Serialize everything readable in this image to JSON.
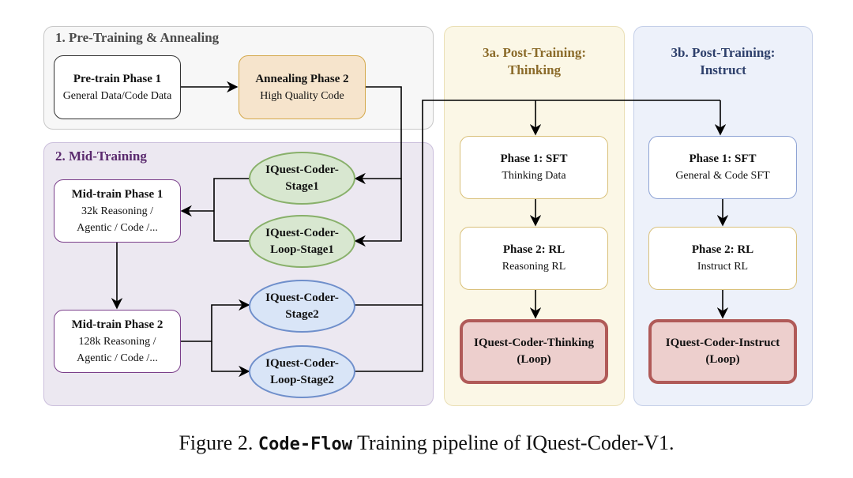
{
  "groups": {
    "pretraining": {
      "title": "1. Pre-Training & Annealing",
      "color": "#4a4a4a"
    },
    "midtraining": {
      "title": "2. Mid-Training",
      "color": "#5a2a6e"
    },
    "post_thinking": {
      "title_line1": "3a. Post-Training:",
      "title_line2": "Thinking",
      "color": "#8b6b2a"
    },
    "post_instruct": {
      "title_line1": "3b. Post-Training:",
      "title_line2": "Instruct",
      "color": "#2d3f6b"
    }
  },
  "nodes": {
    "pretrain_phase1": {
      "title": "Pre-train Phase 1",
      "sub": "General Data/Code Data"
    },
    "annealing_phase2": {
      "title": "Annealing Phase 2",
      "sub": "High Quality Code"
    },
    "midtrain_phase1": {
      "title": "Mid-train Phase 1",
      "sub1": "32k Reasoning /",
      "sub2": "Agentic / Code /..."
    },
    "midtrain_phase2": {
      "title": "Mid-train Phase 2",
      "sub1": "128k Reasoning /",
      "sub2": "Agentic / Code /..."
    },
    "stage1": {
      "line1": "IQuest-Coder-",
      "line2": "Stage1"
    },
    "loop_stage1": {
      "line1": "IQuest-Coder-",
      "line2": "Loop-Stage1"
    },
    "stage2": {
      "line1": "IQuest-Coder-",
      "line2": "Stage2"
    },
    "loop_stage2": {
      "line1": "IQuest-Coder-",
      "line2": "Loop-Stage2"
    },
    "thinking_sft": {
      "title": "Phase 1: SFT",
      "sub": "Thinking Data"
    },
    "thinking_rl": {
      "title": "Phase 2: RL",
      "sub": "Reasoning RL"
    },
    "thinking_final": {
      "line1": "IQuest-Coder-Thinking",
      "line2": "(Loop)"
    },
    "instruct_sft": {
      "title": "Phase 1: SFT",
      "sub": "General & Code SFT"
    },
    "instruct_rl": {
      "title": "Phase 2: RL",
      "sub": "Instruct RL"
    },
    "instruct_final": {
      "line1": "IQuest-Coder-Instruct",
      "line2": "(Loop)"
    }
  },
  "edges": [
    {
      "from": "pretrain_phase1",
      "to": "annealing_phase2"
    },
    {
      "from": "annealing_phase2",
      "to": "stage1"
    },
    {
      "from": "annealing_phase2",
      "to": "loop_stage1"
    },
    {
      "from": "stage1",
      "to": "midtrain_phase1"
    },
    {
      "from": "loop_stage1",
      "to": "midtrain_phase1"
    },
    {
      "from": "midtrain_phase1",
      "to": "midtrain_phase2"
    },
    {
      "from": "midtrain_phase2",
      "to": "stage2"
    },
    {
      "from": "midtrain_phase2",
      "to": "loop_stage2"
    },
    {
      "from": "stage2",
      "to": "thinking_sft"
    },
    {
      "from": "loop_stage2",
      "to": "instruct_sft"
    },
    {
      "from": "thinking_sft",
      "to": "thinking_rl"
    },
    {
      "from": "thinking_rl",
      "to": "thinking_final"
    },
    {
      "from": "instruct_sft",
      "to": "instruct_rl"
    },
    {
      "from": "instruct_rl",
      "to": "instruct_final"
    }
  ],
  "caption": {
    "prefix": "Figure 2.",
    "code": "Code-Flow",
    "suffix": "Training pipeline of IQuest-Coder-V1."
  }
}
